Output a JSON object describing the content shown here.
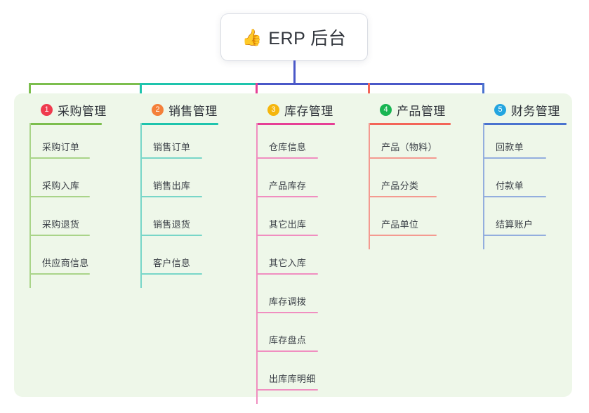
{
  "root": {
    "icon": "thumbs-up-icon",
    "emoji": "👍",
    "title": "ERP 后台"
  },
  "diagram": {
    "panel_color": "#eef7e9",
    "trunk_color": "#4a58c8",
    "background": "#ffffff"
  },
  "columns": [
    {
      "number": "1",
      "title": "采购管理",
      "badge_color": "#ef3b4e",
      "line_color": "#7cbe4e",
      "item_line_color": "#a9d489",
      "items": [
        {
          "label": "采购订单"
        },
        {
          "label": "采购入库"
        },
        {
          "label": "采购退货"
        },
        {
          "label": "供应商信息"
        }
      ]
    },
    {
      "number": "2",
      "title": "销售管理",
      "badge_color": "#f4803a",
      "line_color": "#1ec4ad",
      "item_line_color": "#78d6c8",
      "items": [
        {
          "label": "销售订单"
        },
        {
          "label": "销售出库"
        },
        {
          "label": "销售退货"
        },
        {
          "label": "客户信息"
        }
      ]
    },
    {
      "number": "3",
      "title": "库存管理",
      "badge_color": "#f5b60d",
      "line_color": "#e63f95",
      "item_line_color": "#f08ec0",
      "items": [
        {
          "label": "仓库信息"
        },
        {
          "label": "产品库存"
        },
        {
          "label": "其它出库"
        },
        {
          "label": "其它入库"
        },
        {
          "label": "库存调拨"
        },
        {
          "label": "库存盘点"
        },
        {
          "label": "出库库明细"
        }
      ]
    },
    {
      "number": "4",
      "title": "产品管理",
      "badge_color": "#18b552",
      "line_color": "#f36558",
      "item_line_color": "#f49a90",
      "items": [
        {
          "label": "产品（物料）"
        },
        {
          "label": "产品分类"
        },
        {
          "label": "产品单位"
        }
      ]
    },
    {
      "number": "5",
      "title": "财务管理",
      "badge_color": "#23a5e0",
      "line_color": "#4a73cf",
      "item_line_color": "#93aede",
      "items": [
        {
          "label": "回款单"
        },
        {
          "label": "付款单"
        },
        {
          "label": "结算账户"
        }
      ]
    }
  ]
}
